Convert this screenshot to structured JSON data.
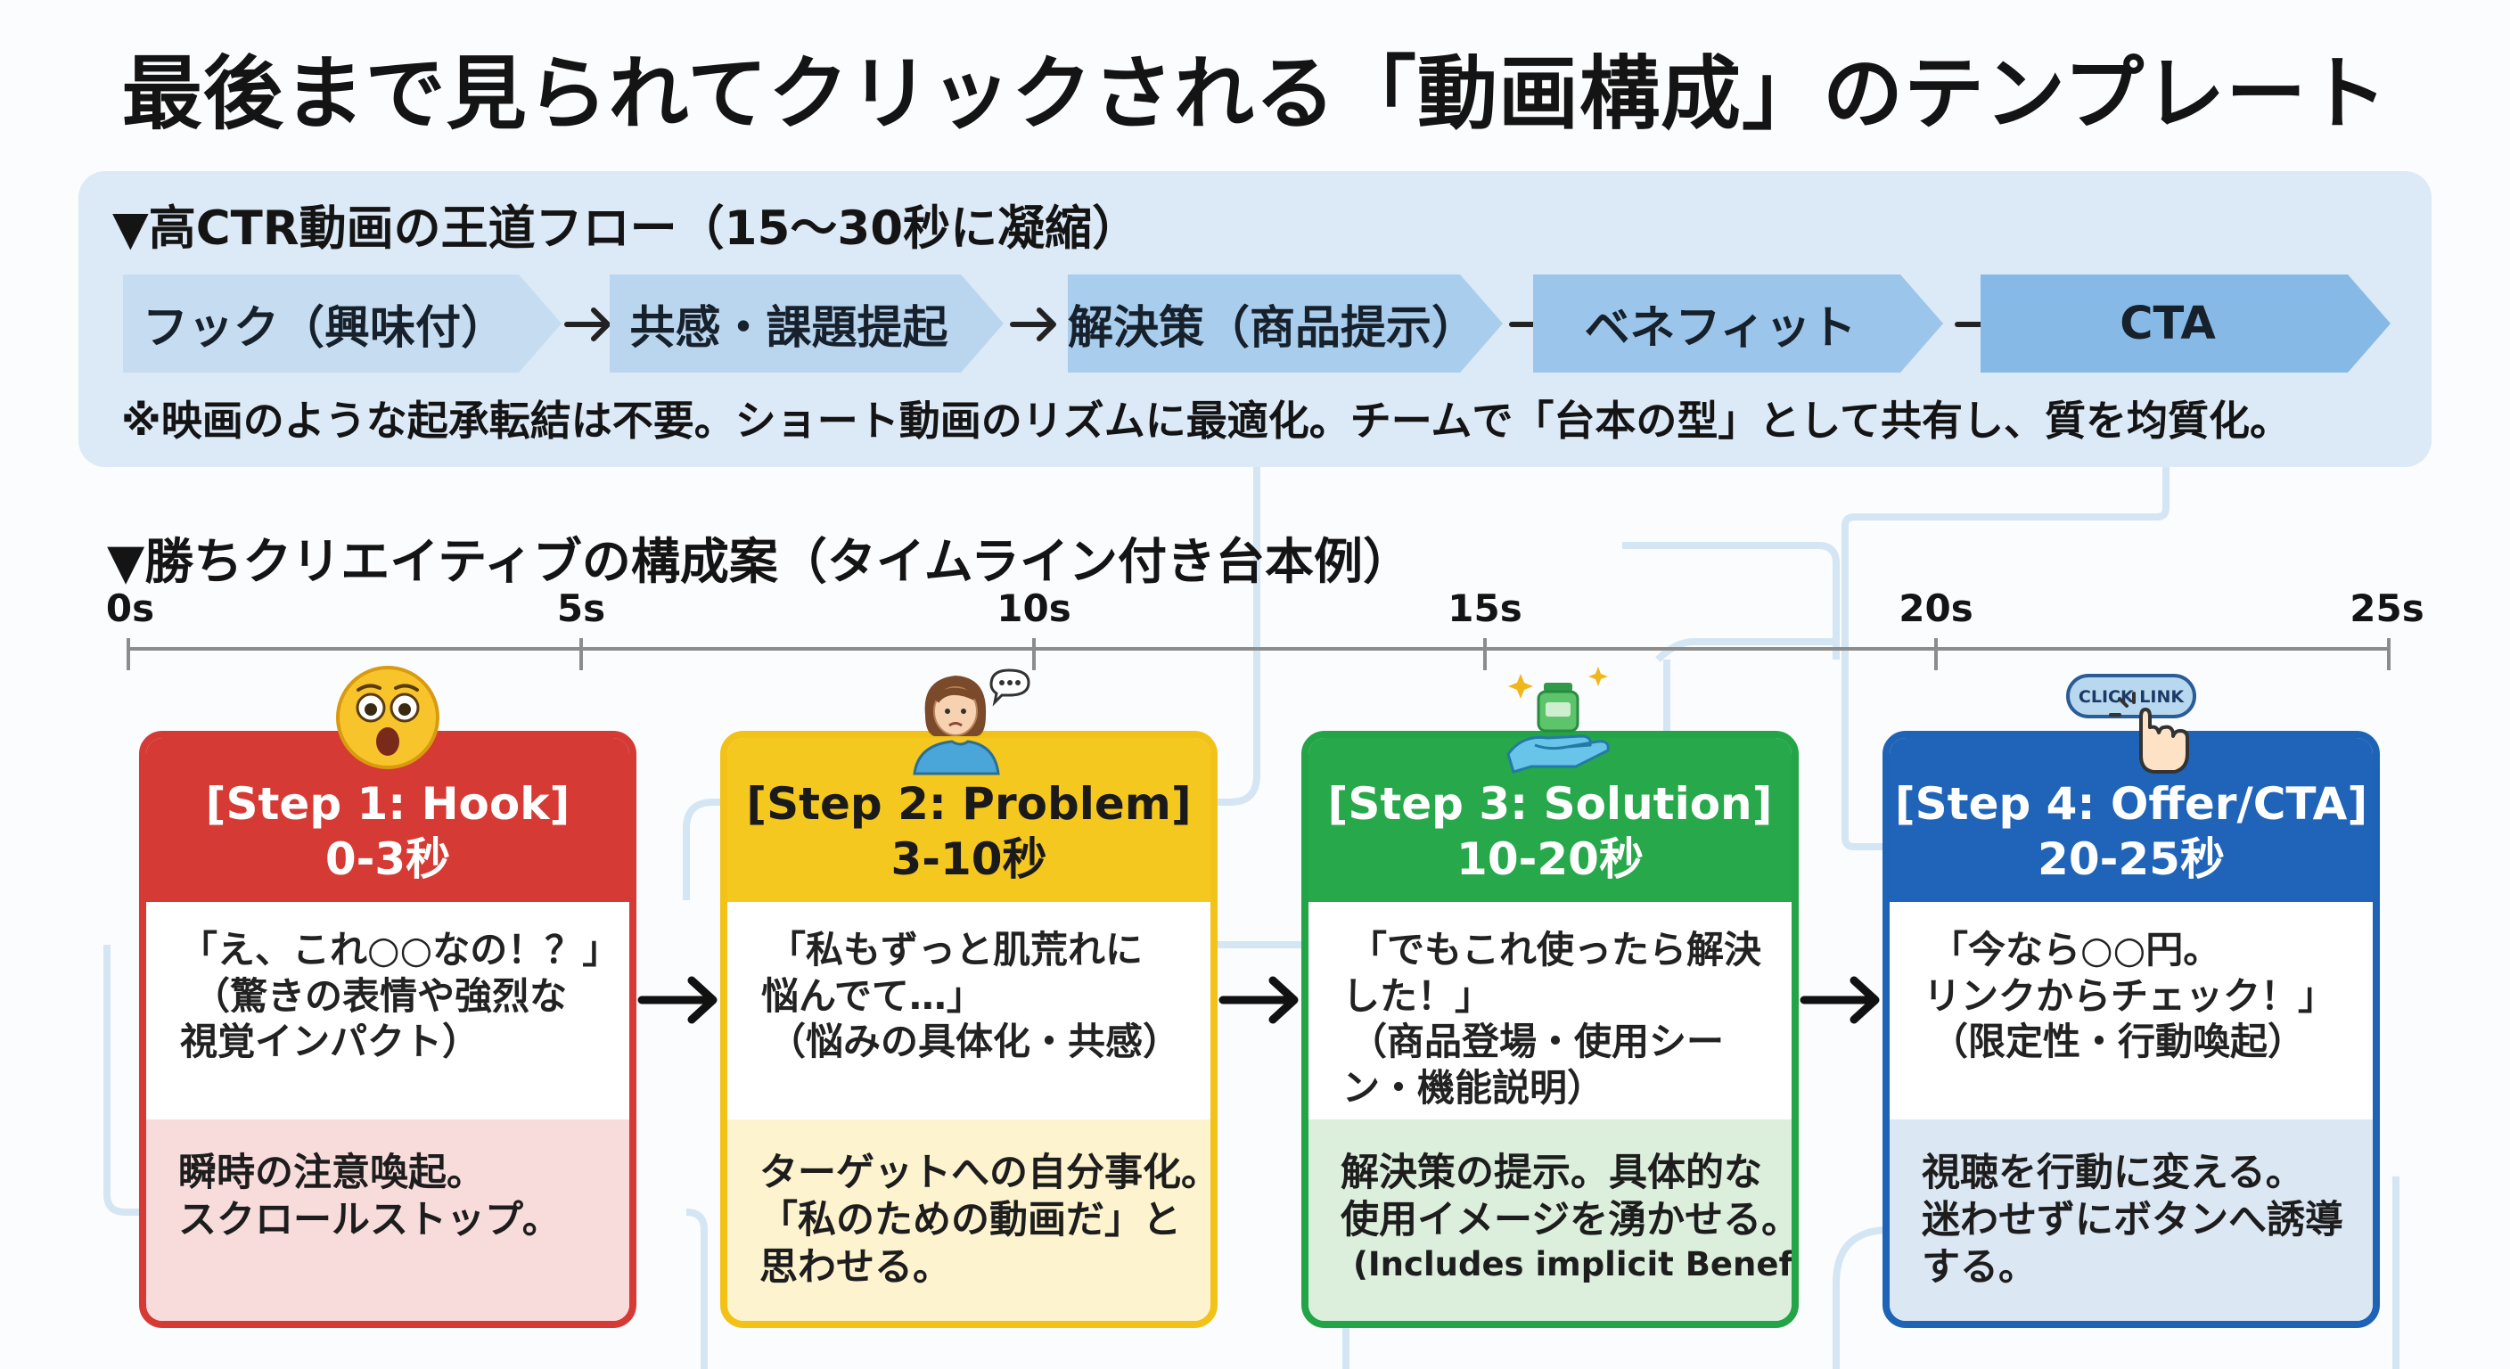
{
  "title": "最後まで見られてクリックされる「動画構成」のテンプレート",
  "flow": {
    "heading": "▼高CTR動画の王道フロー（15〜30秒に凝縮）",
    "steps": [
      "フック（興味付）",
      "共感・課題提起",
      "解決策（商品提示）",
      "ベネフィット",
      "CTA"
    ],
    "note": "※映画のような起承転結は不要。ショート動画のリズムに最適化。チームで「台本の型」として共有し、質を均質化。"
  },
  "timeline": {
    "heading": "▼勝ちクリエイティブの構成案（タイムライン付き台本例）",
    "ticks": [
      "0s",
      "5s",
      "10s",
      "15s",
      "20s",
      "25s"
    ]
  },
  "steps": [
    {
      "title": "[Step 1: Hook]",
      "time": "0-3秒",
      "body": [
        "「え、これ○○なの！？」",
        "（驚きの表情や強烈な",
        "視覚インパクト）"
      ],
      "purpose": [
        "瞬時の注意喚起。",
        "スクロールストップ。"
      ],
      "icon": "surprised-face-icon",
      "colors": {
        "border": "#d63a34",
        "head": "#d63a34",
        "foot": "#f8dcdc"
      }
    },
    {
      "title": "[Step 2: Problem]",
      "time": "3-10秒",
      "body": [
        "「私もずっと肌荒れに",
        "悩んでて…」",
        "（悩みの具体化・共感）"
      ],
      "purpose": [
        "ターゲットへの自分事化。",
        "「私のための動画だ」と",
        "思わせる。"
      ],
      "icon": "worried-woman-icon",
      "colors": {
        "border": "#f2c218",
        "head": "#f5c81f",
        "foot": "#fdf3cf"
      }
    },
    {
      "title": "[Step 3: Solution]",
      "time": "10-20秒",
      "body": [
        "「でもこれ使ったら解決",
        "した！」",
        "（商品登場・使用シー",
        "ン・機能説明）"
      ],
      "purpose": [
        "解決策の提示。具体的な",
        "使用イメージを湧かせる。",
        "(Includes implicit Benefit)"
      ],
      "icon": "hand-product-icon",
      "colors": {
        "border": "#23a447",
        "head": "#27a84a",
        "foot": "#dcefdc"
      }
    },
    {
      "title": "[Step 4: Offer/CTA]",
      "time": "20-25秒",
      "body": [
        "「今なら○○円。",
        "リンクからチェック！」",
        "（限定性・行動喚起）"
      ],
      "purpose": [
        "視聴を行動に変える。",
        "迷わせずにボタンへ誘導",
        "する。"
      ],
      "icon": "click-link-icon",
      "click_label": "CLICK LINK",
      "colors": {
        "border": "#1e63b6",
        "head": "#1f64b8",
        "foot": "#dce7f4"
      }
    }
  ]
}
